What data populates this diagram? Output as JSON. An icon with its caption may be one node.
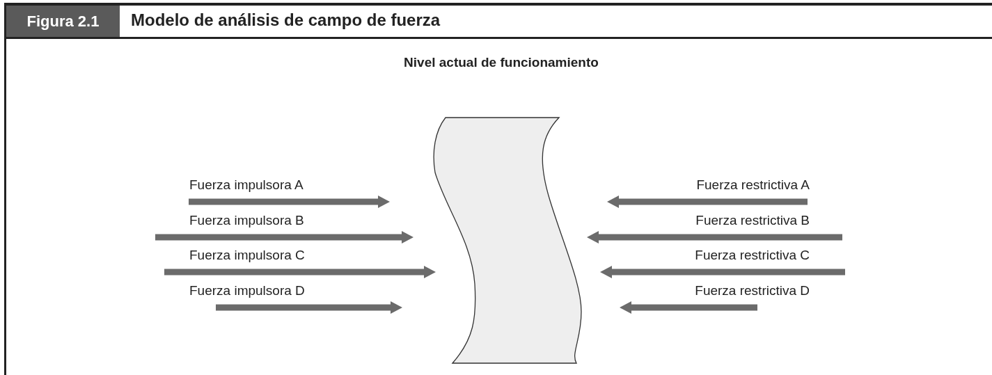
{
  "diagram": {
    "title": "Modelo de análisis de campo de fuerza",
    "nodes": [
      {
        "text": [
          "Nivel actual de funcionamiento"
        ]
      }
    ],
    "labels": [
      "Figura 2.1",
      "Fuerza impulsora A",
      "Fuerza restrictiva A",
      "Fuerza impulsora B",
      "Fuerza restrictiva B",
      "Fuerza impulsora C",
      "Fuerza restrictiva C",
      "Fuerza impulsora D",
      "Fuerza restrictiva D"
    ]
  }
}
